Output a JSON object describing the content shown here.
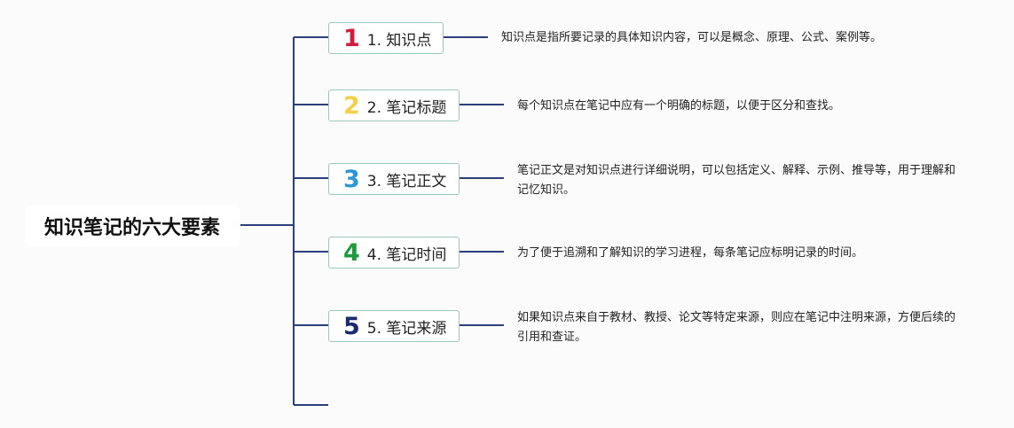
{
  "root": {
    "title": "知识笔记的六大要素"
  },
  "branches": [
    {
      "num": "1",
      "label": "1. 知识点",
      "color": "#d6193a",
      "desc": "知识点是指所要记录的具体知识内容，可以是概念、原理、公式、案例等。"
    },
    {
      "num": "2",
      "label": "2. 笔记标题",
      "color": "#f5d14b",
      "desc": "每个知识点在笔记中应有一个明确的标题，以便于区分和查找。"
    },
    {
      "num": "3",
      "label": "3. 笔记正文",
      "color": "#2c97d6",
      "desc": "笔记正文是对知识点进行详细说明，可以包括定义、解释、示例、推导等，用于理解和记忆知识。"
    },
    {
      "num": "4",
      "label": "4. 笔记时间",
      "color": "#1f9a3a",
      "desc": "为了便于追溯和了解知识的学习进程，每条笔记应标明记录的时间。"
    },
    {
      "num": "5",
      "label": "5. 笔记来源",
      "color": "#1b2a6e",
      "desc": "如果知识点来自于教材、教授、论文等特定来源，则应在笔记中注明来源，方便后续的引用和查证。"
    }
  ],
  "colors": {
    "connector": "#2b3f7a",
    "node_border": "#9ec7bf"
  }
}
